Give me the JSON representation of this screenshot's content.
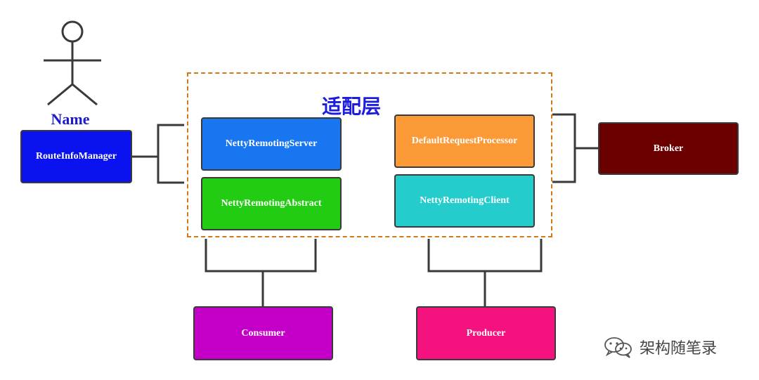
{
  "actor": {
    "label": "Name",
    "icon": "person-icon"
  },
  "adapter": {
    "title": "适配层",
    "border_color": "#d4761a"
  },
  "boxes": {
    "route_info_manager": {
      "label": "RouteInfoManager",
      "color": "#0a12f0"
    },
    "netty_remoting_server": {
      "label": "NettyRemotingServer",
      "color": "#1877f0"
    },
    "netty_remoting_abstract": {
      "label": "NettyRemotingAbstract",
      "color": "#22cc12"
    },
    "default_request_processor": {
      "label": "DefaultRequestProcessor",
      "color": "#fb9a36"
    },
    "netty_remoting_client": {
      "label": "NettyRemotingClient",
      "color": "#24cccc"
    },
    "broker": {
      "label": "Broker",
      "color": "#6a0000"
    },
    "consumer": {
      "label": "Consumer",
      "color": "#c400c8"
    },
    "producer": {
      "label": "Producer",
      "color": "#f3127e"
    }
  },
  "watermark": {
    "text": "架构随笔录",
    "icon": "wechat-icon"
  }
}
